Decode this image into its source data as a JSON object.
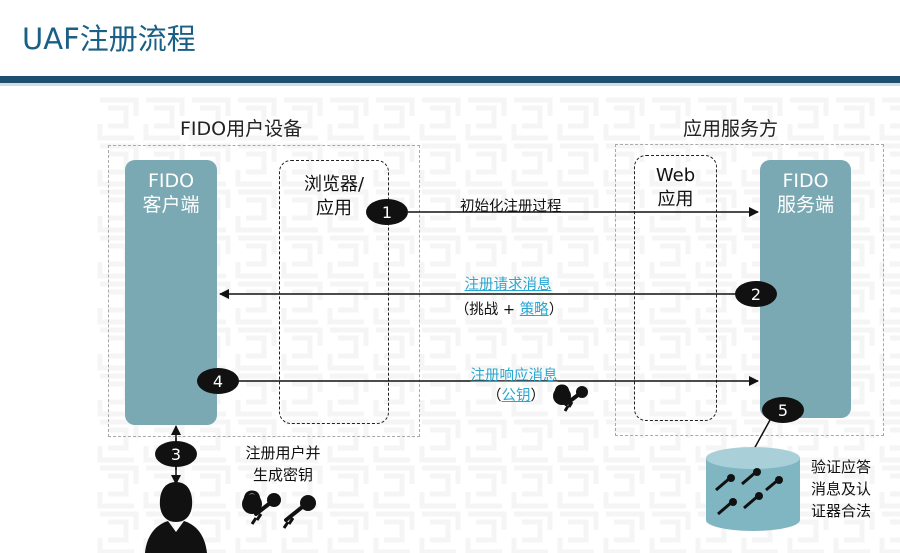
{
  "page": {
    "title": "UAF注册流程"
  },
  "left_group": {
    "heading": "FIDO用户设备",
    "client": {
      "line1": "FIDO",
      "line2": "客户端"
    },
    "browser": {
      "line1": "浏览器/",
      "line2": "应用"
    }
  },
  "right_group": {
    "heading": "应用服务方",
    "web": {
      "line1": "Web",
      "line2": "应用"
    },
    "server": {
      "line1": "FIDO",
      "line2": "服务端"
    }
  },
  "steps": [
    {
      "number": "1"
    },
    {
      "number": "2"
    },
    {
      "number": "3"
    },
    {
      "number": "4"
    },
    {
      "number": "5"
    }
  ],
  "messages": {
    "step1": "初始化注册过程",
    "step2_title": "注册请求消息",
    "step2_open": "（挑战 + ",
    "step2_link": "策略",
    "step2_close": "）",
    "step4_title": "注册响应消息",
    "step4_open": "（",
    "step4_link": "公钥",
    "step4_close": "）"
  },
  "user_caption": {
    "line1": "注册用户并",
    "line2": "生成密钥"
  },
  "db_caption": {
    "line1": "验证应答",
    "line2": "消息及认",
    "line3": "证器合法"
  },
  "colors": {
    "title": "#1a5f86",
    "rule": "#1e4f6e",
    "pillar": "#7aa8b3",
    "database": "#7fb6c2",
    "link": "#2aa7d0",
    "badge": "#111111"
  },
  "icons": [
    "lock-key-icon",
    "user-silhouette-icon",
    "database-icon"
  ]
}
